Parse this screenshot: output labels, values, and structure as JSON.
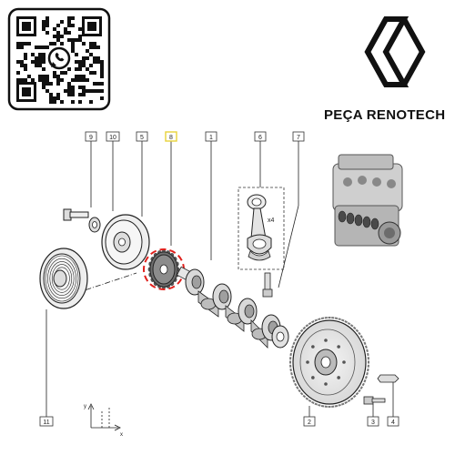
{
  "brand": {
    "name": "PEÇA RENOTECH"
  },
  "qr": {
    "icon": "whatsapp-icon"
  },
  "logo": {
    "icon": "renault-diamond-icon"
  },
  "diagram": {
    "callouts": [
      {
        "id": "9",
        "label": "9"
      },
      {
        "id": "10",
        "label": "10"
      },
      {
        "id": "5",
        "label": "5"
      },
      {
        "id": "8",
        "label": "8",
        "highlight": true
      },
      {
        "id": "1",
        "label": "1"
      },
      {
        "id": "6",
        "label": "6"
      },
      {
        "id": "7",
        "label": "7"
      },
      {
        "id": "11",
        "label": "11"
      },
      {
        "id": "2",
        "label": "2"
      },
      {
        "id": "3",
        "label": "3"
      },
      {
        "id": "4",
        "label": "4"
      }
    ],
    "quantity_label": "x4",
    "axis_labels": {
      "x": "x",
      "y": "y"
    },
    "colors": {
      "highlight_circle": "#e0201c",
      "highlight_box": "#e8d23a",
      "line": "#222222"
    }
  }
}
